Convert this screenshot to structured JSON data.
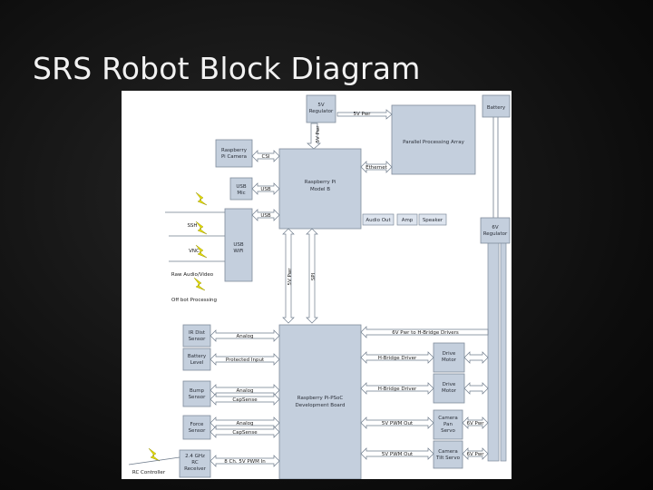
{
  "title": "SRS Robot Block Diagram",
  "blocks": {
    "regulator_5v_top": [
      "5V",
      "Regulator"
    ],
    "battery": "Battery",
    "parallel_array": "Parallel Processing Array",
    "pi_camera": [
      "Raspberry",
      "Pi Camera"
    ],
    "usb_mic": [
      "USB",
      "Mic"
    ],
    "usb_wifi": [
      "USB",
      "WiFi"
    ],
    "raspberry_pi": [
      "Raspberry Pi",
      "Model B"
    ],
    "ethernet": "Ethernet",
    "audio_out": "Audio Out",
    "amp": "Amp",
    "speaker": "Speaker",
    "regulator_6v": [
      "6V",
      "Regulator"
    ],
    "ir_dist": [
      "IR Dist",
      "Sensor"
    ],
    "battery_level": [
      "Battery",
      "Level"
    ],
    "bump": [
      "Bump",
      "Sensor"
    ],
    "force": [
      "Force",
      "Sensor"
    ],
    "rc_receiver": [
      "2.4 GHz",
      "RC",
      "Receiver"
    ],
    "dev_board": [
      "Raspberry Pi-PSoC",
      "Development Board"
    ],
    "drive_motor_1": [
      "Drive",
      "Motor"
    ],
    "drive_motor_2": [
      "Drive",
      "Motor"
    ],
    "camera_pan": [
      "Camera",
      "Pan",
      "Servo"
    ],
    "camera_tilt": [
      "Camera",
      "Tilt Servo"
    ]
  },
  "connections": {
    "pwr_5v": "5V Pwr",
    "pwr_5v_vert": "5V Pwr",
    "csi": "CSI",
    "usb_1": "USB",
    "usb_2": "USB",
    "pwr_5v_pi": "5V Pwr",
    "spi": "SPI",
    "pwr_6v": "6V Pwr to H-Bridge Drivers",
    "analog_1": "Analog",
    "protected_input": "Protected Input",
    "analog_2": "Analog",
    "cap_sense_1": "CapSense",
    "analog_3": "Analog",
    "cap_sense_2": "CapSense",
    "hbridge_1": "H-Bridge Driver",
    "hbridge_2": "H-Bridge Driver",
    "pwm_1": "5V PWM Out",
    "pwm_2": "5V PWM Out",
    "pwr_6v_servo_1": "6V Pwr",
    "pwr_6v_servo_2": "6V Pwr",
    "rc_pwm_in": "8 Ch. 5V PWM In"
  },
  "wireless": {
    "ssh": "SSH",
    "vnc": "VNC",
    "raw_audio_video": "Raw Audio/Video",
    "offbot": "Off bot Processing",
    "rc_controller": "RC Controller"
  }
}
